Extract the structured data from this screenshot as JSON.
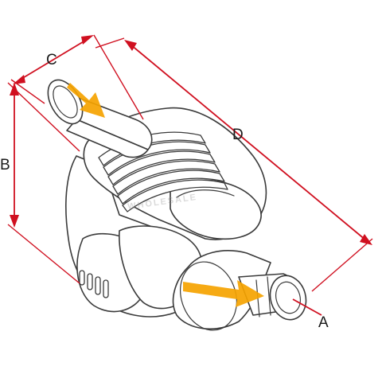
{
  "diagram": {
    "labels": {
      "a": "A",
      "b": "B",
      "c": "C",
      "d": "D"
    },
    "watermark": "WHOLESALE",
    "colors": {
      "dimension": "#d01020",
      "flow_arrow": "#f5a300",
      "outline": "#3a3a3a"
    }
  }
}
